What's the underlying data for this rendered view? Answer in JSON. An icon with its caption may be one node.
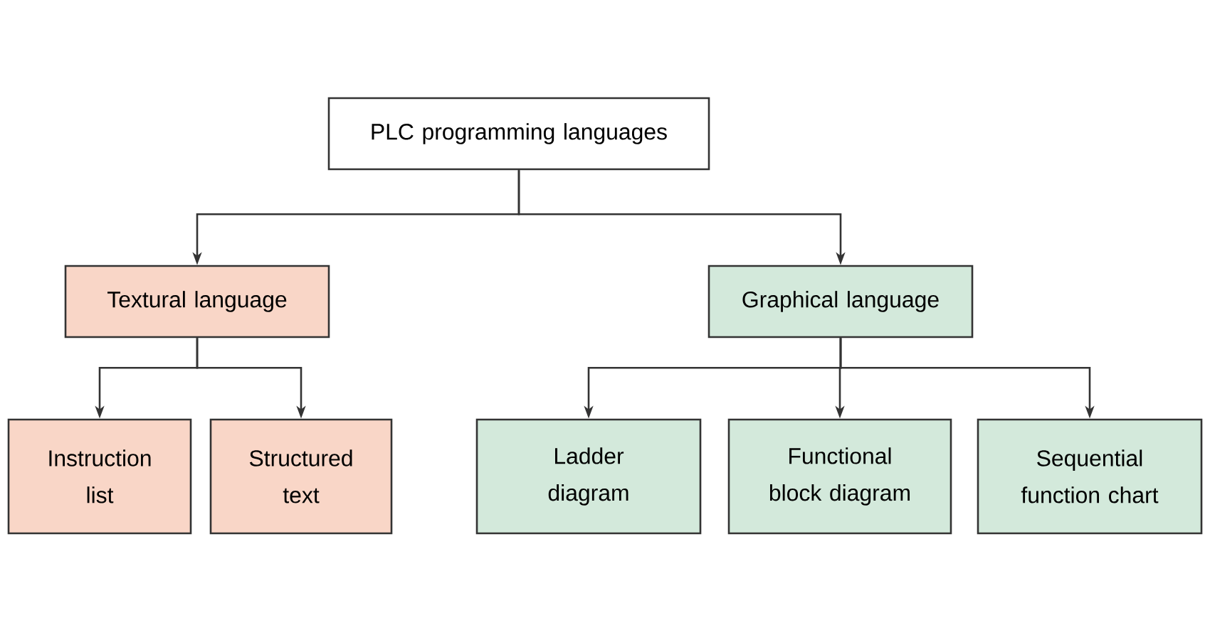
{
  "diagram": {
    "nodes": [
      {
        "text": [
          "PLC programming languages"
        ]
      },
      {
        "text": [
          "Textural language"
        ]
      },
      {
        "text": [
          "Graphical language"
        ]
      },
      {
        "text": [
          "Instruction list"
        ]
      },
      {
        "text": [
          "Structured text"
        ]
      },
      {
        "text": [
          "Ladder diagram"
        ]
      },
      {
        "text": [
          "Functional block diagram"
        ]
      },
      {
        "text": [
          "Sequential function chart"
        ]
      }
    ],
    "edges": [
      {
        "from": 0,
        "to": 1,
        "arrow": "to"
      },
      {
        "from": 0,
        "to": 2,
        "arrow": "to"
      },
      {
        "from": 1,
        "to": 3,
        "arrow": "to"
      },
      {
        "from": 1,
        "to": 4,
        "arrow": "to"
      },
      {
        "from": 2,
        "to": 5,
        "arrow": "to"
      },
      {
        "from": 2,
        "to": 6,
        "arrow": "to"
      },
      {
        "from": 2,
        "to": 7,
        "arrow": "to"
      }
    ]
  }
}
